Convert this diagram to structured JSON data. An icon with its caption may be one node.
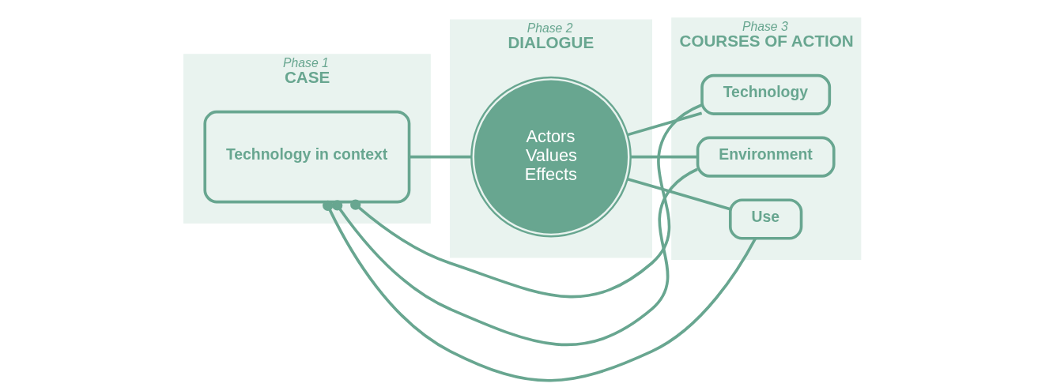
{
  "diagram": {
    "nodes": [
      {
        "text": [
          "Phase 1",
          "CASE"
        ]
      },
      {
        "text": [
          "Phase 2",
          "DIALOGUE"
        ]
      },
      {
        "text": [
          "Phase 3",
          "COURSES OF ACTION"
        ]
      },
      {
        "text": [
          "Technology in context"
        ],
        "in": 0
      },
      {
        "text": [
          "Actors",
          "Values",
          "Effects"
        ],
        "in": 1
      },
      {
        "text": [
          "Technology"
        ],
        "in": 2
      },
      {
        "text": [
          "Environment"
        ],
        "in": 2
      },
      {
        "text": [
          "Use"
        ],
        "in": 2
      }
    ],
    "edges": [
      {
        "from": 3,
        "to": 4,
        "arrow": "none"
      },
      {
        "from": 4,
        "to": 5,
        "arrow": "none"
      },
      {
        "from": 4,
        "to": 6,
        "arrow": "none"
      },
      {
        "from": 4,
        "to": 7,
        "arrow": "none"
      },
      {
        "from": 5,
        "to": 3,
        "arrow": "other"
      },
      {
        "from": 6,
        "to": 3,
        "arrow": "other"
      },
      {
        "from": 7,
        "to": 3,
        "arrow": "other"
      }
    ]
  }
}
